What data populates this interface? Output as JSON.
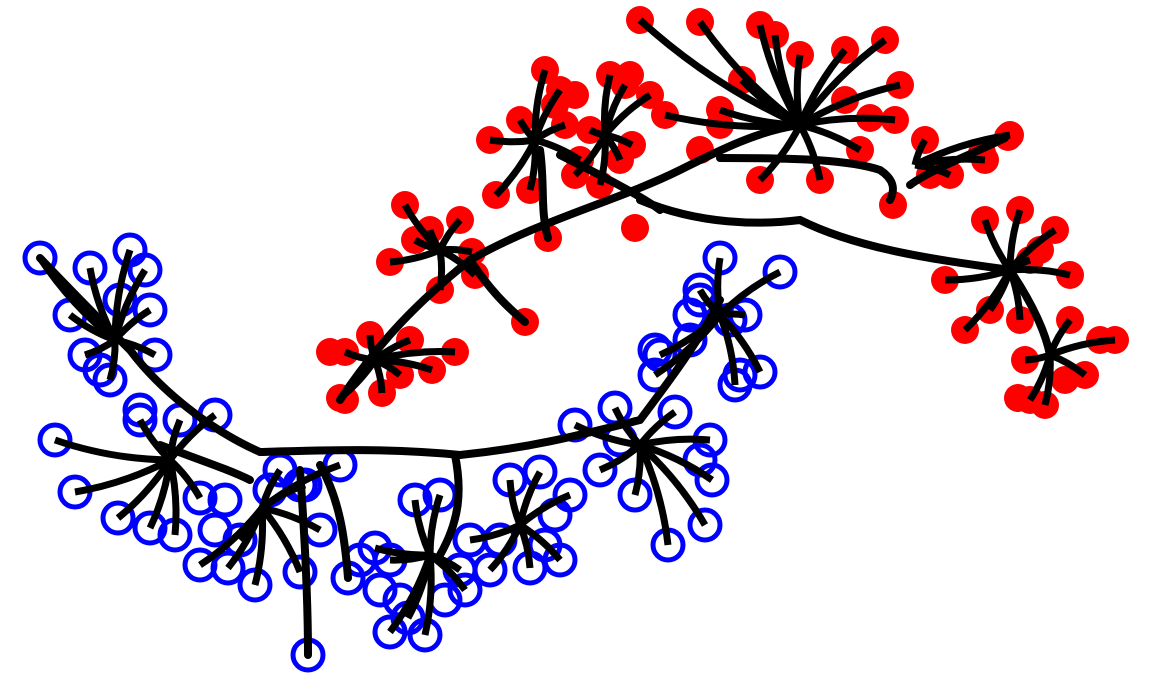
{
  "diagram": {
    "kind": "two-cluster tree embedding",
    "colors": {
      "edge": "#000000",
      "cluster_a_fill": "#ff0000",
      "cluster_b_stroke": "#0000ff",
      "background": "#ffffff"
    },
    "clusters": [
      {
        "id": "red",
        "marker": "filled-circle"
      },
      {
        "id": "blue",
        "marker": "hollow-circle"
      }
    ]
  }
}
